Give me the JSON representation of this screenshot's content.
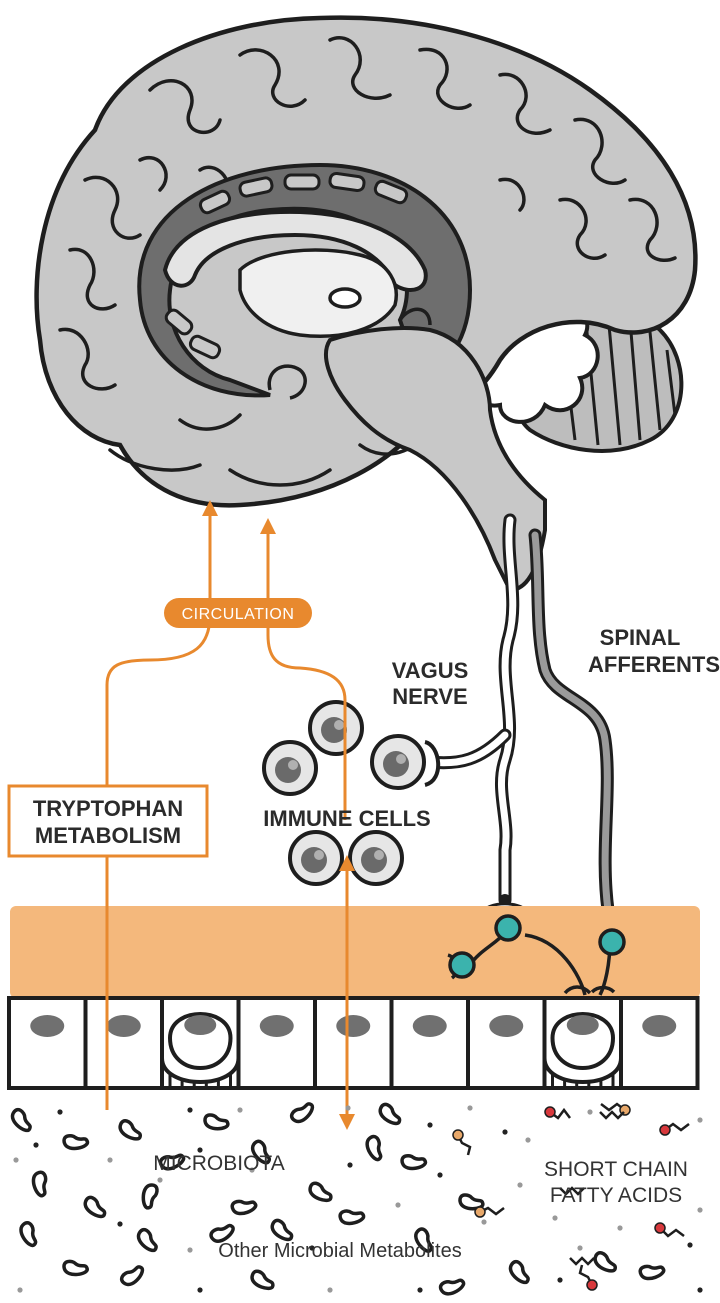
{
  "labels": {
    "circulation": "CIRCULATION",
    "vagus_line1": "VAGUS",
    "vagus_line2": "NERVE",
    "spinal_line1": "SPINAL",
    "spinal_line2": "AFFERENTS",
    "tryptophan_line1": "TRYPTOPHAN",
    "tryptophan_line2": "METABOLISM",
    "immune_cells": "IMMUNE CELLS",
    "microbiota": "MICROBIOTA",
    "scfa_line1": "SHORT CHAIN",
    "scfa_line2": "FATTY ACIDS",
    "other_metabolites": "Other Microbial Metabolites"
  },
  "colors": {
    "accent_orange": "#e8892e",
    "tissue_peach": "#f4b87c",
    "brain_gray": "#c8c8c8",
    "dark_gray": "#6e6e6e",
    "nucleus_gray": "#707070",
    "neuron_teal": "#3bb3ad",
    "scfa_red": "#d8383c",
    "scfa_tan": "#e8a86a",
    "outline": "#1e1e1e"
  },
  "icons": [
    "brain-icon",
    "cerebellum-icon",
    "immune-cell-icon",
    "neuron-terminal-icon",
    "bacteria-icon",
    "fatty-acid-icon",
    "epithelial-cell-icon"
  ]
}
